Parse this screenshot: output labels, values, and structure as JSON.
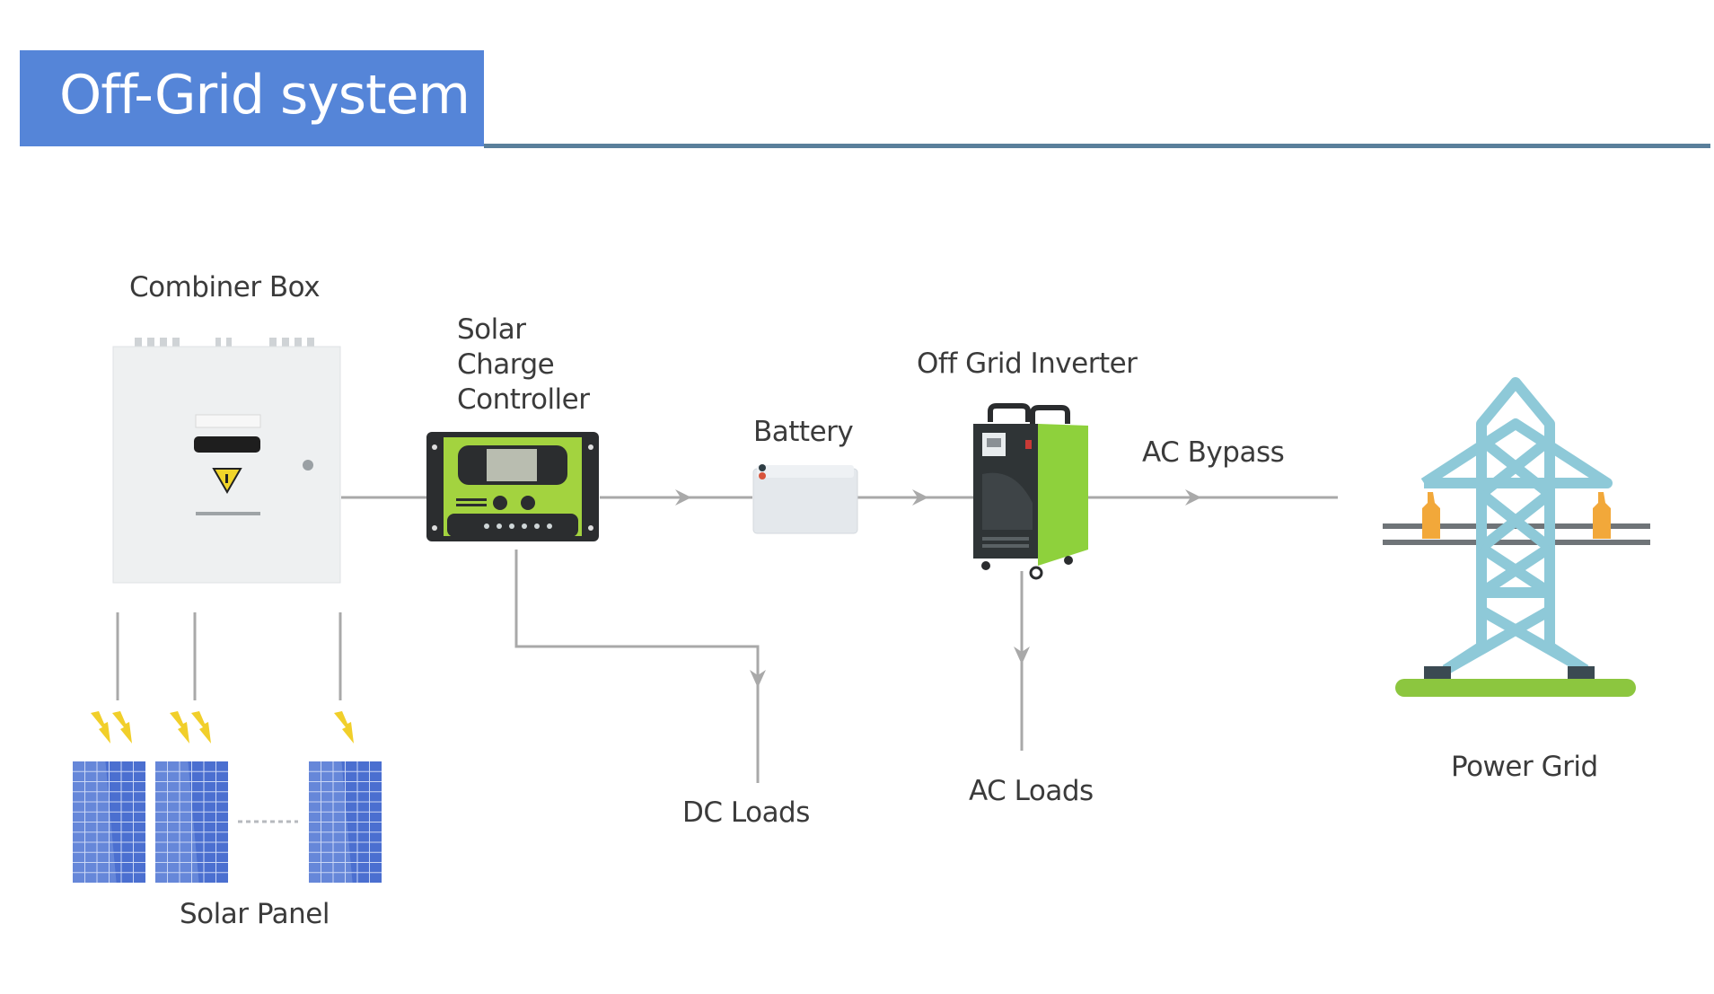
{
  "header": {
    "title": "Off-Grid system",
    "accent_color": "#5585d8",
    "rule_color": "#5a7f9b"
  },
  "components": {
    "combiner_box": {
      "label": "Combiner Box",
      "icon": "combiner-box-icon"
    },
    "charge_controller": {
      "label_lines": [
        "Solar",
        "Charge",
        "Controller"
      ],
      "icon": "charge-controller-icon"
    },
    "battery": {
      "label": "Battery",
      "icon": "battery-icon"
    },
    "inverter": {
      "label": "Off Grid Inverter",
      "icon": "inverter-icon"
    },
    "ac_bypass": {
      "label": "AC Bypass"
    },
    "power_grid": {
      "label": "Power Grid",
      "icon": "transmission-tower-icon"
    },
    "dc_loads": {
      "label": "DC Loads"
    },
    "ac_loads": {
      "label": "AC Loads"
    },
    "solar_panel": {
      "label": "Solar Panel",
      "icon": "solar-panel-icon"
    }
  },
  "connections": [
    {
      "from": "Solar Panel",
      "to": "Combiner Box"
    },
    {
      "from": "Combiner Box",
      "to": "Solar Charge Controller"
    },
    {
      "from": "Solar Charge Controller",
      "to": "Battery"
    },
    {
      "from": "Solar Charge Controller",
      "to": "DC Loads"
    },
    {
      "from": "Battery",
      "to": "Off Grid Inverter"
    },
    {
      "from": "Off Grid Inverter",
      "to": "AC Loads"
    },
    {
      "from": "Off Grid Inverter",
      "to": "Power Grid",
      "label": "AC Bypass"
    }
  ],
  "colors": {
    "line": "#a9a9a9",
    "controller_green": "#9fd23a",
    "inverter_green": "#8ed13c",
    "tower_blue": "#8ec9d8",
    "insulator_orange": "#f2a83a",
    "ground_green": "#8cc63f",
    "panel_blue": "#4b6fd0",
    "bolt_yellow": "#f1cf2a"
  }
}
